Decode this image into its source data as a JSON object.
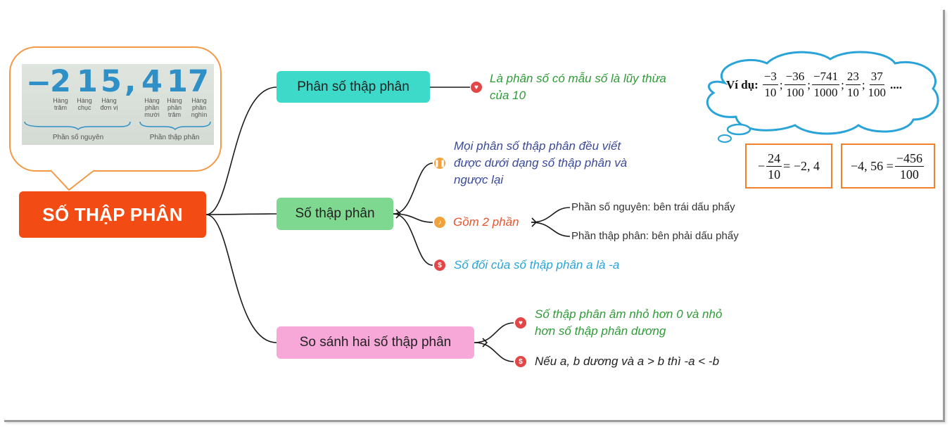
{
  "root": {
    "label": "SỐ THẬP PHÂN"
  },
  "example_image": {
    "minus": "−",
    "digits": [
      "2",
      "1",
      "5",
      ",",
      "4",
      "1",
      "7"
    ],
    "place_labels": [
      [
        "Hàng",
        "trăm"
      ],
      [
        "Hàng",
        "chục"
      ],
      [
        "Hàng",
        "đơn vị"
      ],
      [
        "Hàng",
        "phần",
        "mười"
      ],
      [
        "Hàng",
        "phần",
        "trăm"
      ],
      [
        "Hàng",
        "phần",
        "nghìn"
      ]
    ],
    "integer_part_label": "Phần số nguyên",
    "decimal_part_label": "Phần thập phân"
  },
  "branches": [
    {
      "label": "Phân số thập phân",
      "children": [
        {
          "icon": "heart-icon",
          "color": "#2e9b37",
          "lines": [
            "Là phân số có mẫu số là lũy thừa",
            "của 10"
          ]
        }
      ]
    },
    {
      "label": "Số thập phân",
      "children": [
        {
          "icon": "pause-icon",
          "color": "#3b4a98",
          "lines": [
            "Mọi phân số thập phân đều viết",
            "được dưới dạng số thập phân và",
            "ngược lại"
          ]
        },
        {
          "icon": "bell-icon",
          "color": "#e8542b",
          "lines": [
            "Gồm 2 phần"
          ],
          "sub": [
            "Phần số nguyên: bên trái dấu phẩy",
            "Phần thập phân: bên phải dấu phẩy"
          ]
        },
        {
          "icon": "dollar-icon",
          "color": "#2aa3d8",
          "lines": [
            "Số đối của số thập phân a là -a"
          ]
        }
      ]
    },
    {
      "label": "So sánh hai số thập phân",
      "children": [
        {
          "icon": "heart-icon",
          "color": "#2e9b37",
          "lines": [
            "Số thập phân âm nhỏ hơn 0 và nhỏ",
            "hơn số thập phân dương"
          ]
        },
        {
          "icon": "dollar-icon",
          "color": "#222222",
          "lines": [
            "Nếu a, b dương và a > b thì -a < -b"
          ]
        }
      ]
    }
  ],
  "cloud": {
    "prefix": "Ví dụ:",
    "fractions": [
      [
        "−3",
        "10"
      ],
      [
        "−36",
        "100"
      ],
      [
        "−741",
        "1000"
      ],
      [
        "23",
        "10"
      ],
      [
        "37",
        "100"
      ]
    ],
    "separator": ";",
    "ellipsis": "...."
  },
  "formula1": {
    "sign": "−",
    "num": "24",
    "den": "10",
    "rest": "= −2, 4"
  },
  "formula2": {
    "left": "−4, 56 =",
    "num": "−456",
    "den": "100"
  },
  "colors": {
    "root": "#f24b14",
    "n1": "#3dd9c9",
    "n2": "#7fd88f",
    "n3": "#f7a8d8",
    "bubble": "#f39a49",
    "cloud": "#2aa3d8"
  }
}
